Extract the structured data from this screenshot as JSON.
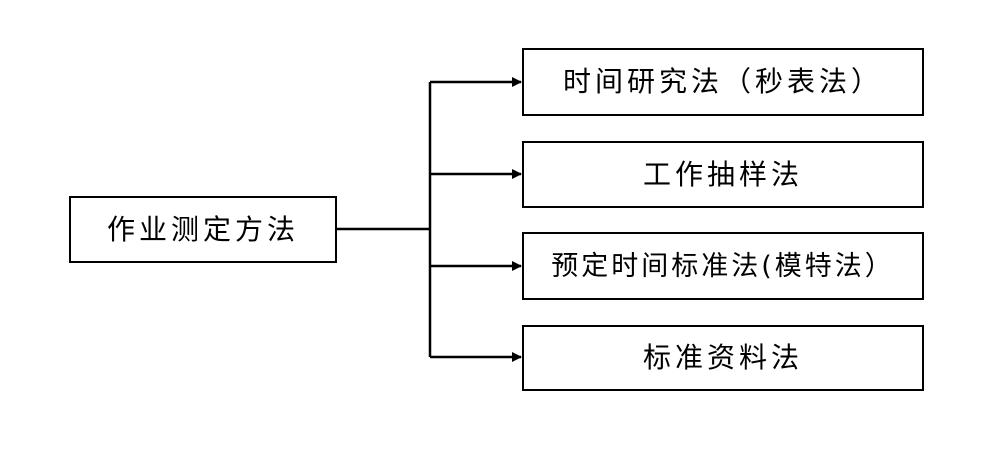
{
  "diagram": {
    "root": {
      "label": "作业测定方法"
    },
    "children": [
      {
        "label": "时间研究法（秒表法）"
      },
      {
        "label": "工作抽样法"
      },
      {
        "label": "预定时间标准法(模特法）"
      },
      {
        "label": "标准资料法"
      }
    ]
  },
  "colors": {
    "line": "#000000",
    "box_border": "#000000",
    "text": "#000000",
    "background": "#ffffff"
  }
}
